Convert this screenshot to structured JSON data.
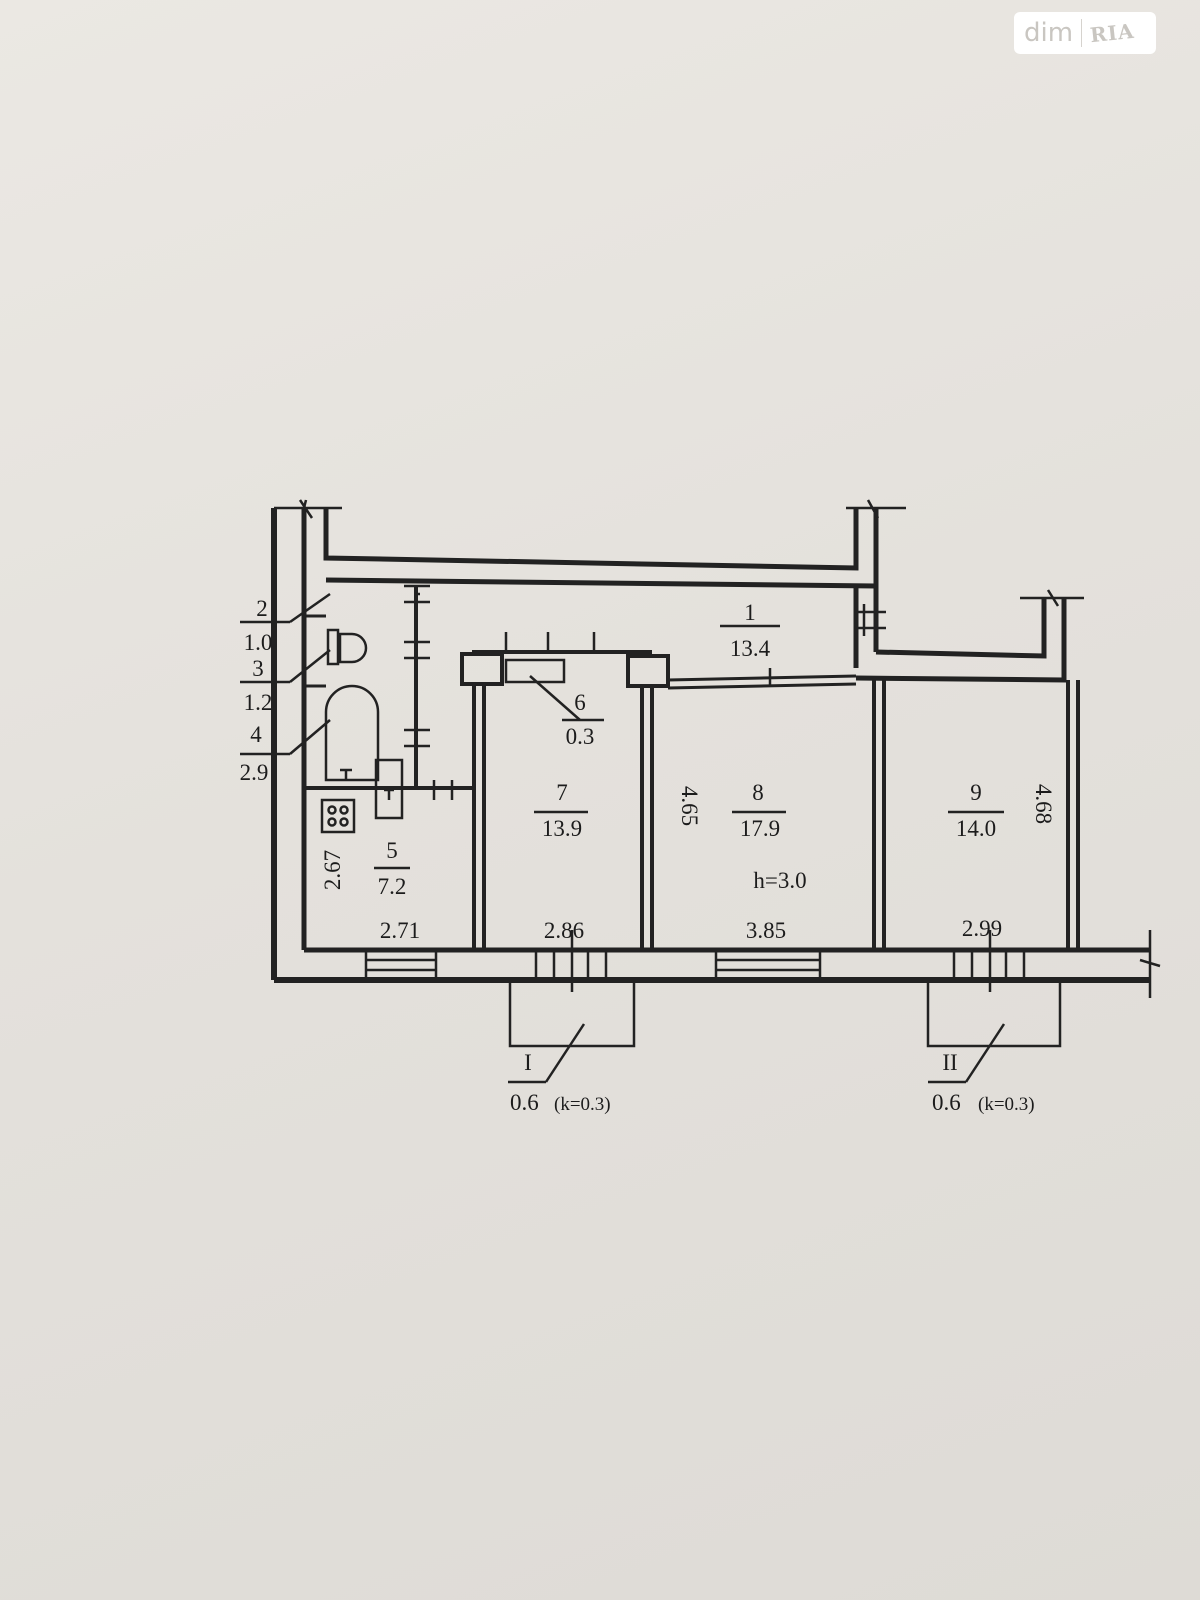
{
  "watermark": {
    "brand": "dim",
    "brand2": "RIA"
  },
  "rooms": [
    {
      "number": "1",
      "area": "13.4"
    },
    {
      "number": "2",
      "area": "1.0"
    },
    {
      "number": "3",
      "area": "1.2"
    },
    {
      "number": "4",
      "area": "2.9"
    },
    {
      "number": "5",
      "area": "7.2"
    },
    {
      "number": "6",
      "area": "0.3"
    },
    {
      "number": "7",
      "area": "13.9"
    },
    {
      "number": "8",
      "area": "17.9"
    },
    {
      "number": "9",
      "area": "14.0"
    }
  ],
  "dimensions": {
    "d_2_67": "2.67",
    "d_4_65": "4.65",
    "d_4_68": "4.68",
    "d_2_71": "2.71",
    "d_2_86": "2.86",
    "d_3_85": "3.85",
    "d_2_99": "2.99",
    "ceiling_height": "h=3.0"
  },
  "balconies": [
    {
      "label": "I",
      "area": "0.6",
      "coef": "(k=0.3)"
    },
    {
      "label": "II",
      "area": "0.6",
      "coef": "(k=0.3)"
    }
  ]
}
